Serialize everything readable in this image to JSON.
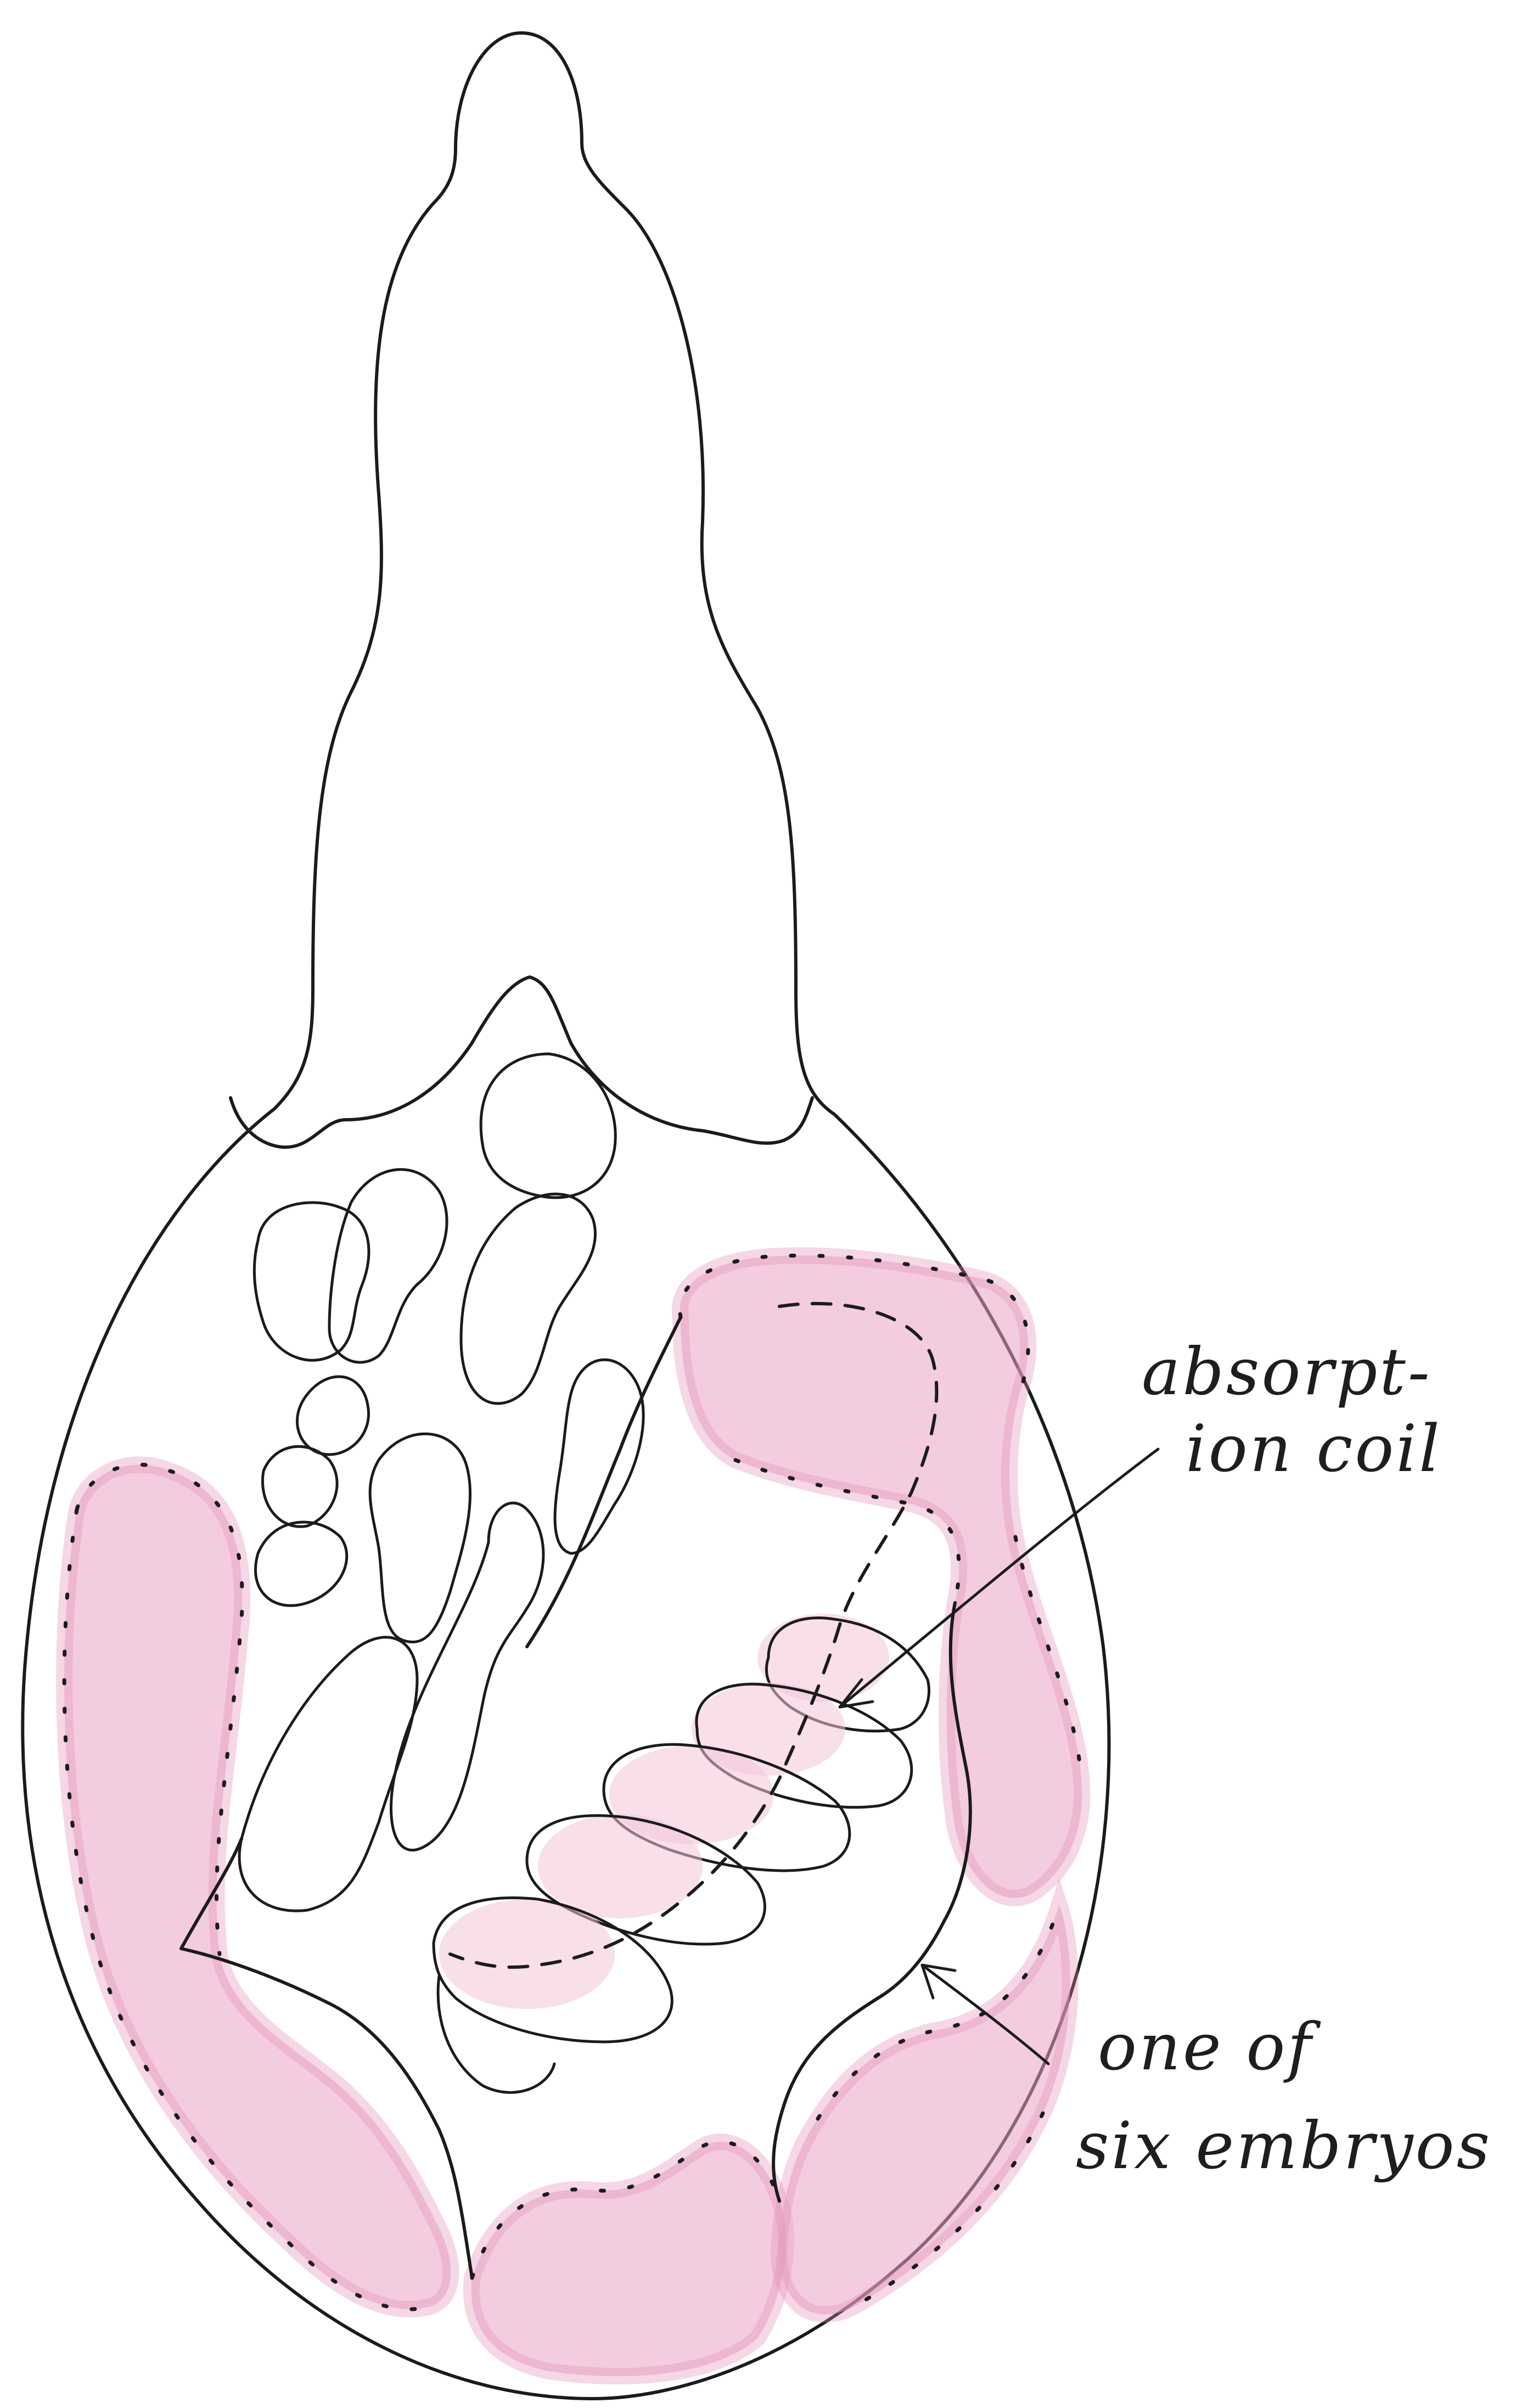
{
  "labels": {
    "absorption_coil_line1": "absorpt-",
    "absorption_coil_line2": "ion coil",
    "embryo_line1": "one of",
    "embryo_line2": "six embryos"
  },
  "colors": {
    "ink": "#1b1b1b",
    "embryo_pink": "#e9a3c5",
    "background": "#ffffff"
  }
}
